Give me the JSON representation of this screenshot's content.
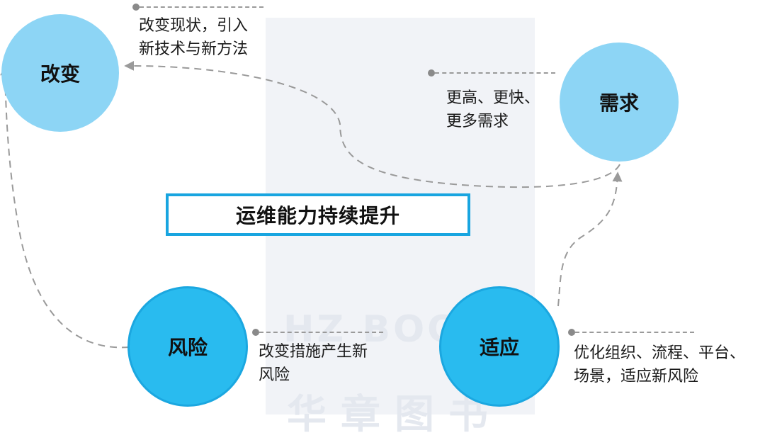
{
  "title": "运维能力持续提升",
  "nodes": {
    "change": "改变",
    "demand": "需求",
    "risk": "风险",
    "adapt": "适应"
  },
  "notes": {
    "change": "改变现状，引入\n新技术与新方法",
    "demand": "更高、更快、\n更多需求",
    "risk": "改变措施产生新\n风险",
    "adapt": "优化组织、流程、平台、\n场景，适应新风险"
  },
  "watermark": {
    "line1": "HZ BOOKS",
    "line2": "华章图书"
  },
  "colors": {
    "node_light": "#8dd5f5",
    "node_strong": "#29bbef",
    "box_border": "#18a5e0",
    "arrow": "#9a9a9a"
  }
}
